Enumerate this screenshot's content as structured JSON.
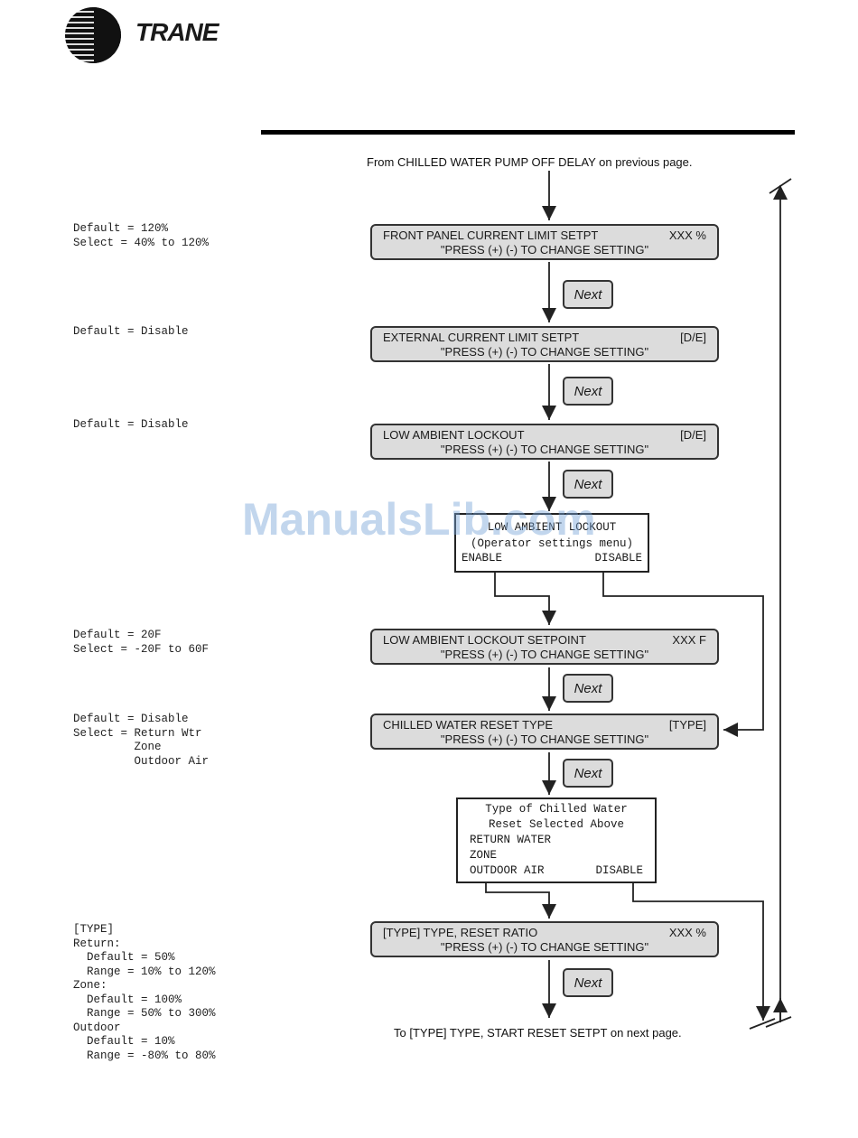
{
  "brand": {
    "name": "TRANE"
  },
  "captions": {
    "top": "From CHILLED WATER PUMP OFF DELAY on previous page.",
    "bottom": "To [TYPE] TYPE, START RESET SETPT on next page."
  },
  "menus": [
    {
      "title": "FRONT PANEL CURRENT LIMIT SETPT",
      "value": "XXX %",
      "prompt": "\"PRESS (+) (-) TO CHANGE SETTING\""
    },
    {
      "title": "EXTERNAL CURRENT LIMIT SETPT",
      "value": "[D/E]",
      "prompt": "\"PRESS (+) (-) TO CHANGE SETTING\""
    },
    {
      "title": "LOW AMBIENT LOCKOUT",
      "value": "[D/E]",
      "prompt": "\"PRESS (+) (-) TO CHANGE SETTING\""
    },
    {
      "title": "LOW AMBIENT LOCKOUT SETPOINT",
      "value": "XXX F",
      "prompt": "\"PRESS (+) (-) TO CHANGE SETTING\""
    },
    {
      "title": "CHILLED WATER RESET TYPE",
      "value": "[TYPE]",
      "prompt": "\"PRESS (+) (-) TO CHANGE SETTING\""
    },
    {
      "title": "[TYPE] TYPE, RESET RATIO",
      "value": "XXX %",
      "prompt": "\"PRESS (+) (-) TO CHANGE SETTING\""
    }
  ],
  "next_label": "Next",
  "lcd1": {
    "line1": "LOW AMBIENT LOCKOUT",
    "line2": "(Operator settings menu)",
    "opt_enable": "ENABLE",
    "opt_disable": "DISABLE"
  },
  "lcd2": {
    "line1": "Type of Chilled Water",
    "line2": "Reset Selected Above",
    "opt1": "RETURN WATER",
    "opt2": "ZONE",
    "opt3": "OUTDOOR AIR",
    "opt_disable": "DISABLE"
  },
  "notes": {
    "n1": "Default = 120%\nSelect = 40% to 120%",
    "n2": "Default = Disable",
    "n3": "Default = Disable",
    "n4": "Default = 20F\nSelect = -20F to 60F",
    "n5": "Default = Disable\nSelect = Return Wtr\n         Zone\n         Outdoor Air",
    "n6": "[TYPE]\nReturn:\n  Default = 50%\n  Range = 10% to 120%\nZone:\n  Default = 100%\n  Range = 50% to 300%\nOutdoor\n  Default = 10%\n  Range = -80% to 80%"
  },
  "watermark": "ManualsLib.com"
}
